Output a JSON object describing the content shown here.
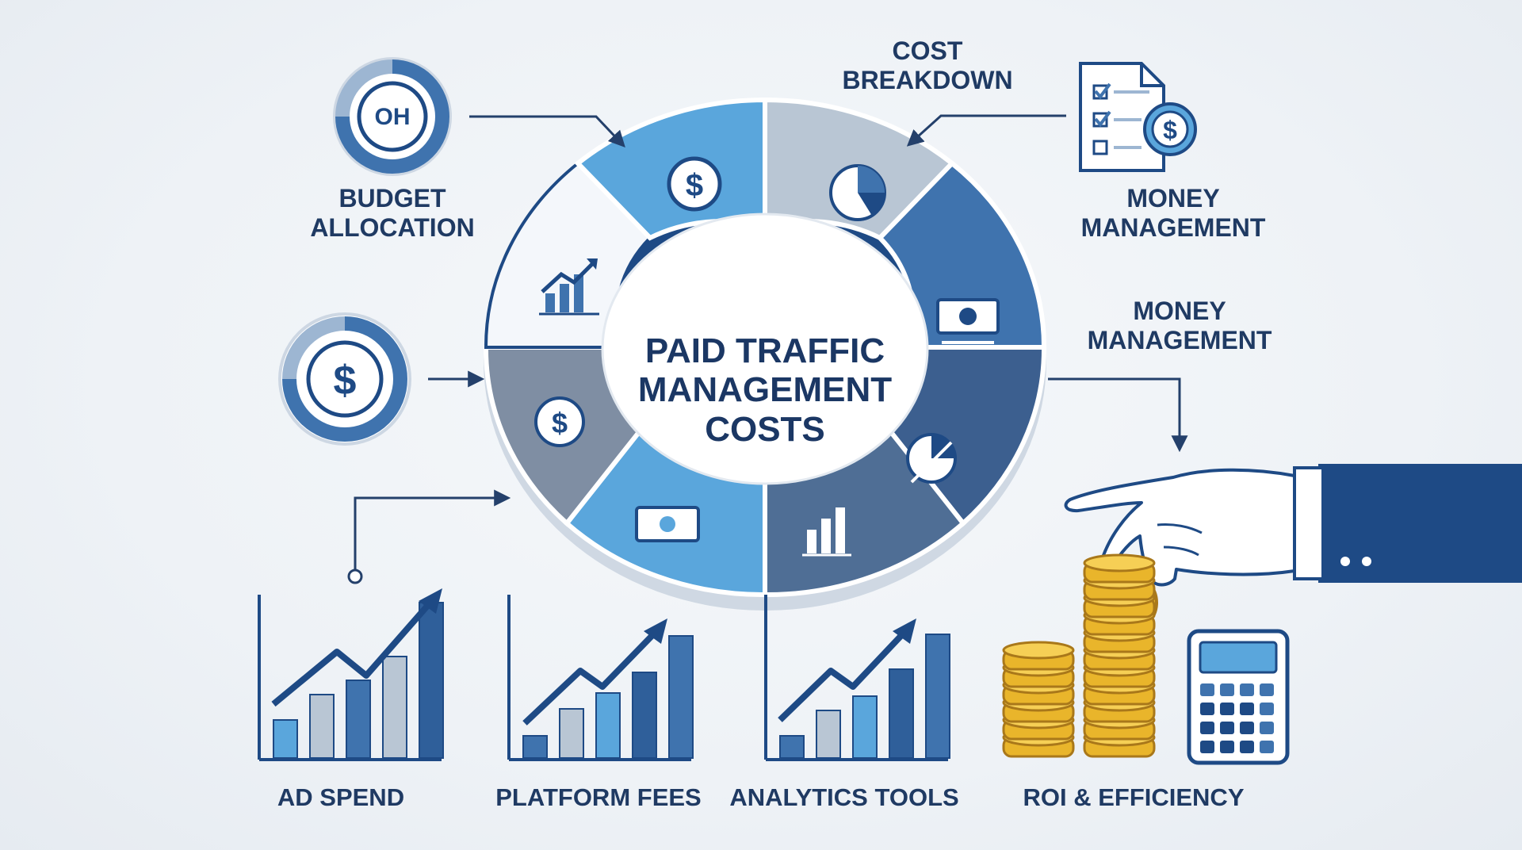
{
  "center": {
    "line1": "PAID TRAFFIC",
    "line2": "MANAGEMENT",
    "line3": "COSTS"
  },
  "labels": {
    "budget_allocation": {
      "line1": "BUDGET",
      "line2": "ALLOCATION"
    },
    "cost_breakdown": {
      "line1": "COST",
      "line2": "BREAKDOWN"
    },
    "money_management_top": {
      "line1": "MONEY",
      "line2": "MANAGEMENT"
    },
    "money_management_mid": {
      "line1": "MONEY",
      "line2": "MANAGEMENT"
    },
    "ad_spend": "AD SPEND",
    "platform_fees": "PLATFORM FEES",
    "analytics_tools": "ANALYTICS TOOLS",
    "roi_efficiency": "ROI & EFFICIENCY"
  },
  "budget_gauge_text": "OH",
  "icons": {
    "dollar_symbol": "$"
  },
  "colors": {
    "navy": "#1e4a85",
    "mid_blue": "#3f73ae",
    "light_blue": "#5aa6dc",
    "slate": "#7f8ea3",
    "pale_slate": "#b9c6d4",
    "gold": "#e9b52b"
  }
}
